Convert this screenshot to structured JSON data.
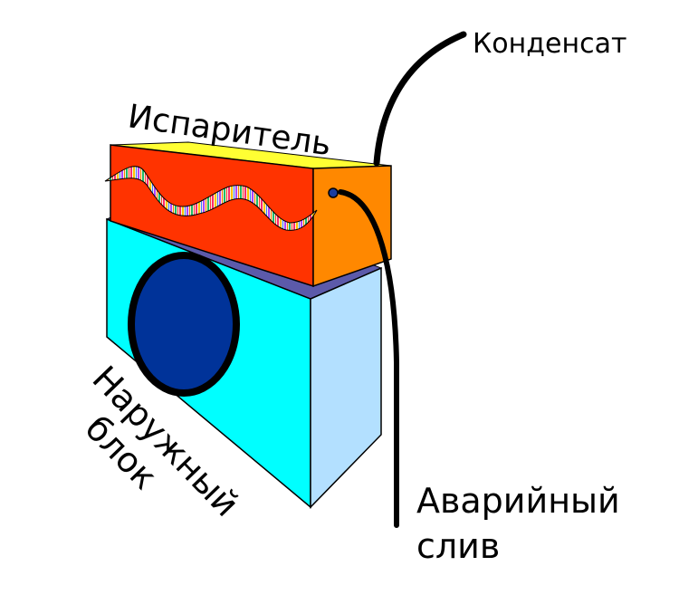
{
  "labels": {
    "evaporator": "Испаритель",
    "condensate": "Конденсат",
    "outdoor_unit_line1": "Наружный",
    "outdoor_unit_line2": "блок",
    "emergency_drain_line1": "Аварийный",
    "emergency_drain_line2": "слив"
  },
  "colors": {
    "outdoor_front": "#00ffff",
    "outdoor_side": "#b3e0ff",
    "outdoor_top": "#5c5aaa",
    "fan": "#003399",
    "evaporator_front": "#ff3300",
    "evaporator_side": "#ff8800",
    "evaporator_top": "#ffff33",
    "pipe": "#000000"
  },
  "icons": {
    "fan": "fan-circle-icon",
    "coil": "coil-wave-icon",
    "drain_port": "drain-port-icon"
  }
}
